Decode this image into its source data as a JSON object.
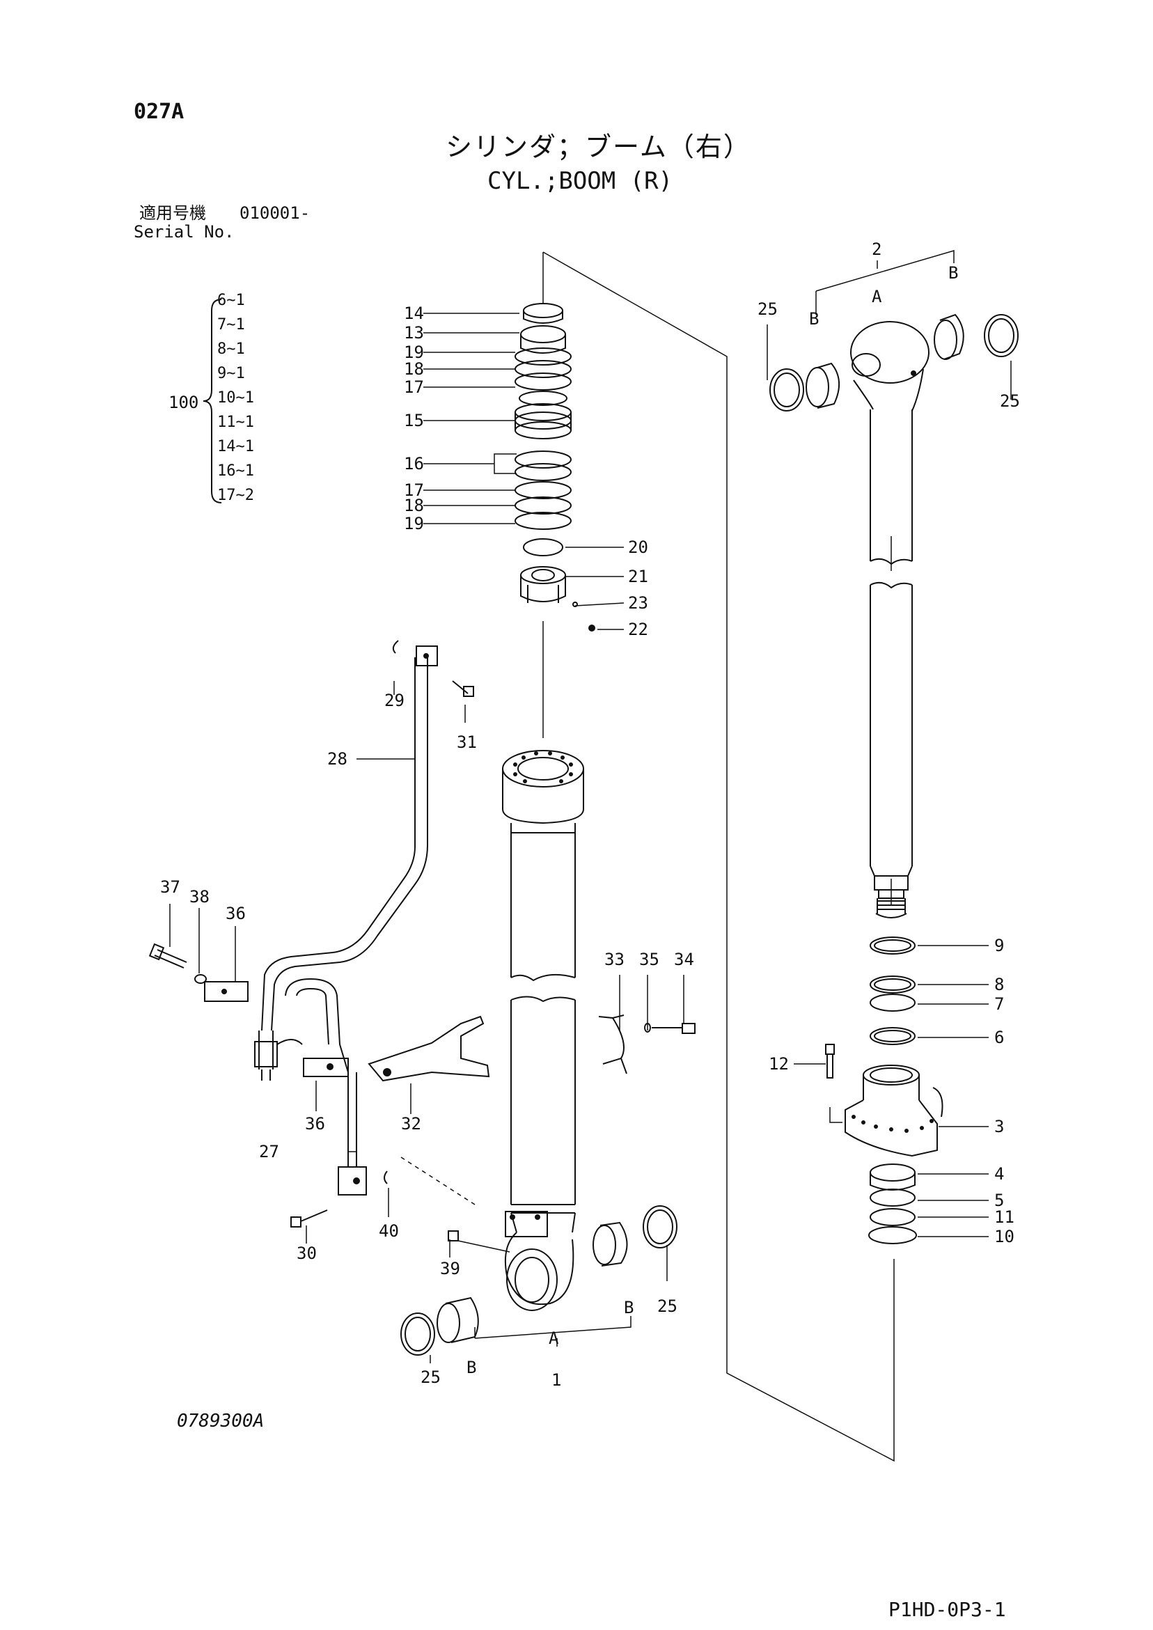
{
  "page_code": "027A",
  "title_jp": "シリンダ；ブーム（右）",
  "title_en": "CYL.;BOOM (R)",
  "serial": {
    "label_jp": "適用号機",
    "range": "010001-",
    "label_en": "Serial No."
  },
  "drawing_no": "0789300A",
  "page_ref": "P1HD-0P3-1",
  "kit": {
    "number": "100",
    "items": [
      "6~1",
      "7~1",
      "8~1",
      "9~1",
      "10~1",
      "11~1",
      "14~1",
      "16~1",
      "17~2"
    ]
  },
  "callouts": {
    "c1": "1",
    "c2": "2",
    "c3": "3",
    "c4": "4",
    "c5": "5",
    "c6": "6",
    "c7": "7",
    "c8": "8",
    "c9": "9",
    "c10": "10",
    "c11": "11",
    "c12": "12",
    "c13": "13",
    "c14": "14",
    "c15": "15",
    "c16": "16",
    "c17": "17",
    "c18": "18",
    "c19": "19",
    "c20": "20",
    "c21": "21",
    "c22": "22",
    "c23": "23",
    "c25": "25",
    "c27": "27",
    "c28": "28",
    "c29": "29",
    "c30": "30",
    "c31": "31",
    "c32": "32",
    "c33": "33",
    "c34": "34",
    "c35": "35",
    "c36": "36",
    "c37": "37",
    "c38": "38",
    "c39": "39",
    "c40": "40",
    "A": "A",
    "B": "B"
  }
}
